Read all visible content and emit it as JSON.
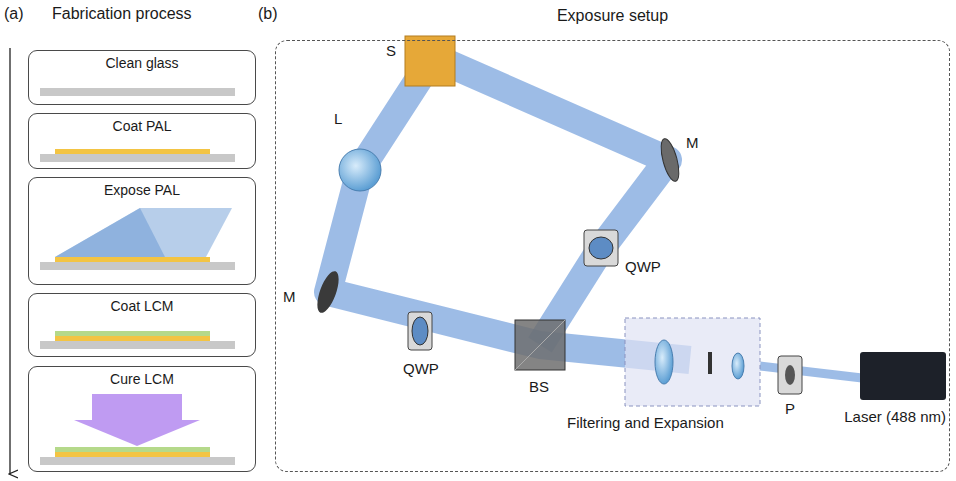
{
  "diagram": {
    "nodes": [
      {
        "text": [
          "Clean glass"
        ]
      },
      {
        "text": [
          "Coat PAL"
        ]
      },
      {
        "text": [
          "Expose PAL"
        ]
      },
      {
        "text": [
          "Coat LCM"
        ]
      },
      {
        "text": [
          "Cure LCM"
        ]
      },
      {
        "text": [
          "Exposure setup"
        ]
      }
    ],
    "labels": [
      "(a)",
      "Fabrication process",
      "(b)",
      "S",
      "M",
      "L",
      "M",
      "QWP",
      "QWP",
      "BS",
      "Filtering and Expansion",
      "P",
      "Laser (488 nm)"
    ]
  }
}
